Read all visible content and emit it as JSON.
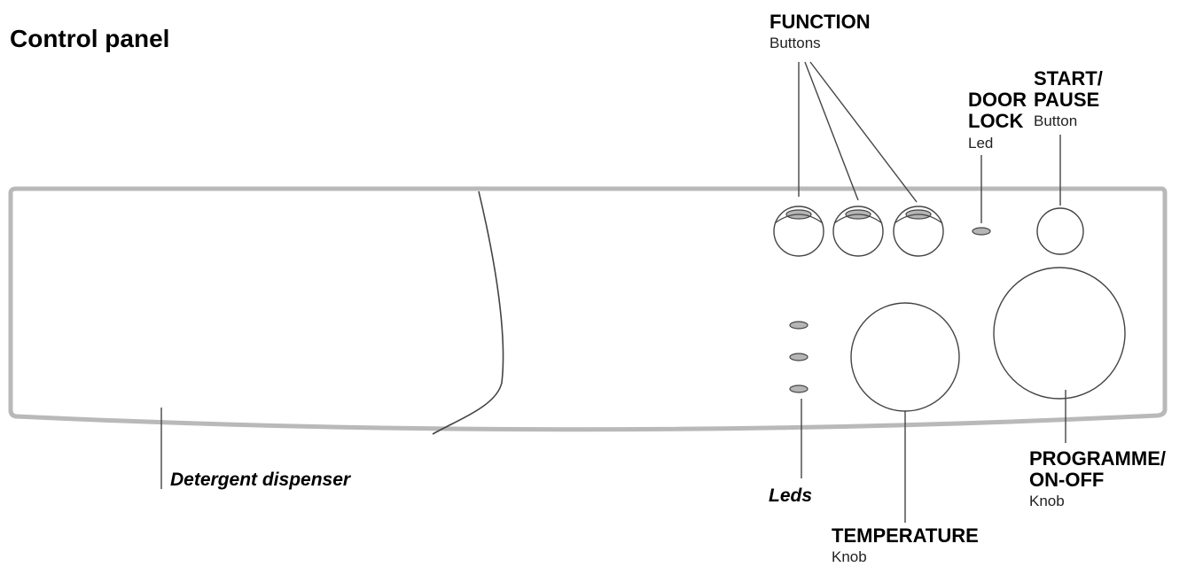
{
  "title": "Control panel",
  "labels": {
    "function_line1": "FUNCTION",
    "function_line2": "Buttons",
    "door_lock_line1": "DOOR",
    "door_lock_line2": "LOCK",
    "door_lock_line3": "Led",
    "start_pause_line1": "START/",
    "start_pause_line2": "PAUSE",
    "start_pause_line3": "Button",
    "detergent": "Detergent dispenser",
    "leds": "Leds",
    "temperature_line1": "TEMPERATURE",
    "temperature_line2": "Knob",
    "programme_line1": "PROGRAMME/",
    "programme_line2": "ON-OFF",
    "programme_line3": "Knob"
  },
  "colors": {
    "panel_outline": "#b9b9b9",
    "line": "#444444",
    "led_fill": "#b5b5b5"
  }
}
